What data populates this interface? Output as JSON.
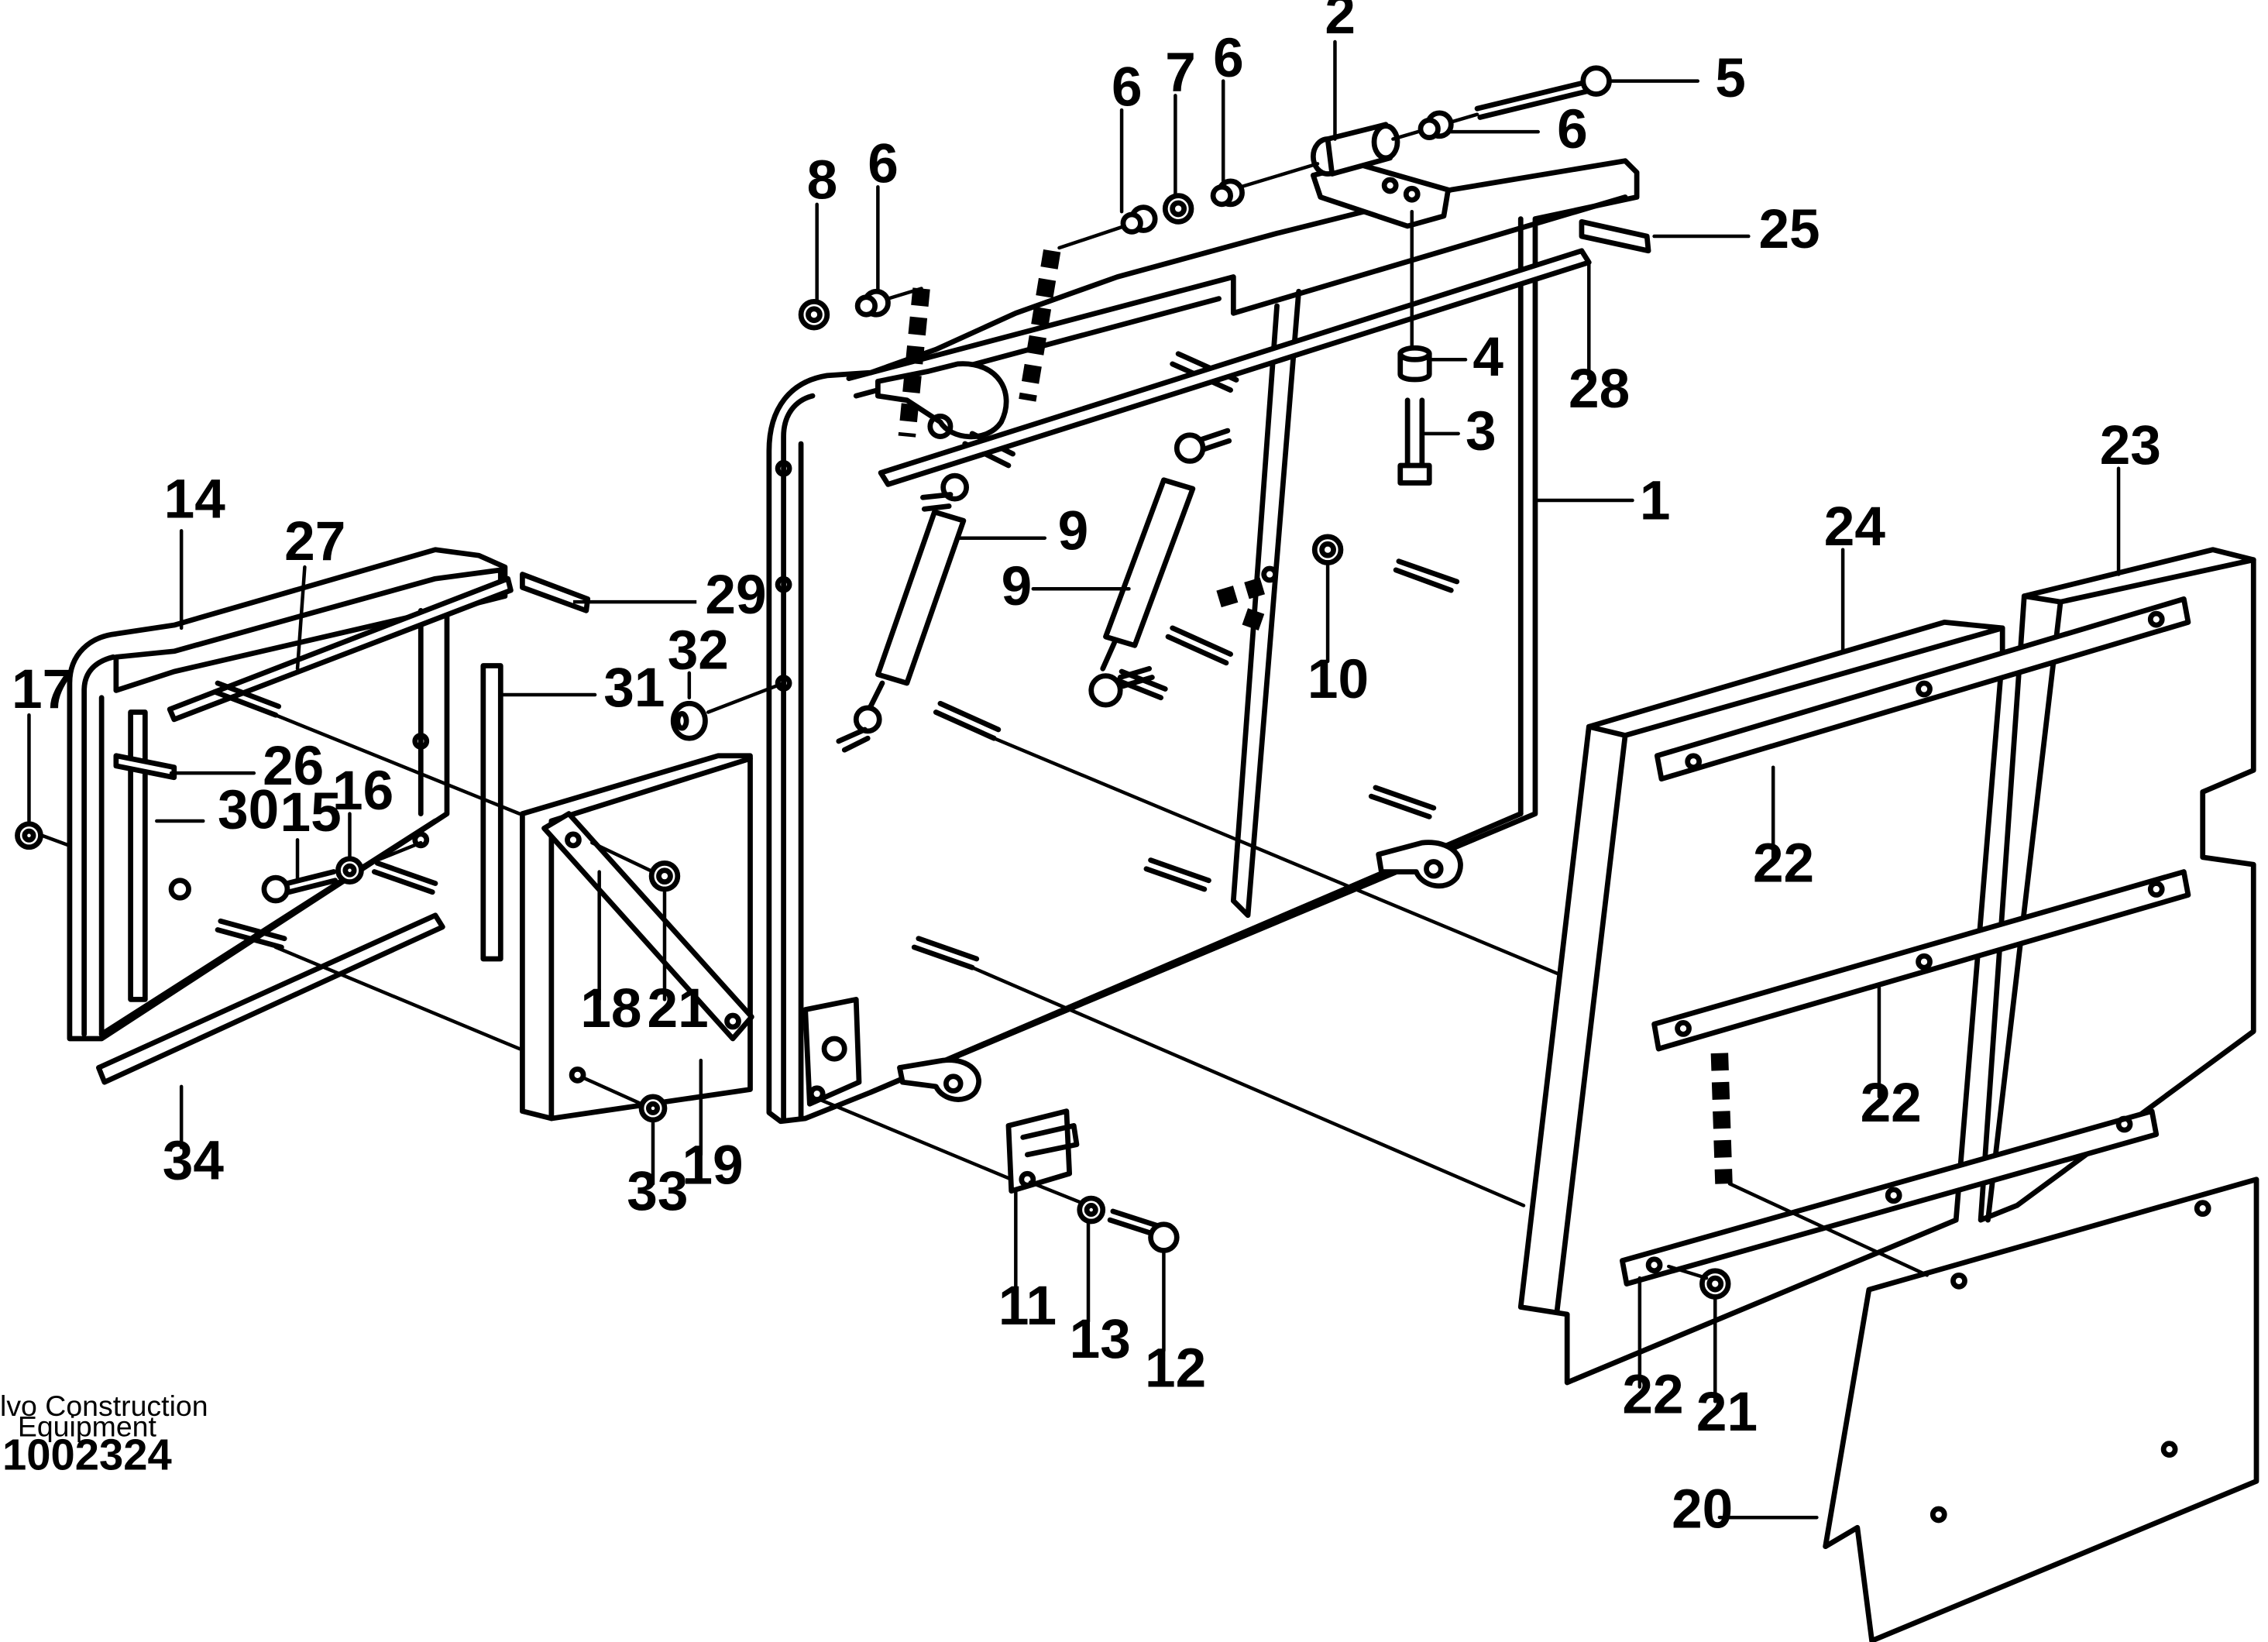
{
  "diagram": {
    "labels": {
      "l1": "1",
      "l2": "2",
      "l3": "3",
      "l4": "4",
      "l5": "5",
      "l6a": "6",
      "l6b": "6",
      "l6c": "6",
      "l6d": "6",
      "l7": "7",
      "l8": "8",
      "l9a": "9",
      "l9b": "9",
      "l10": "10",
      "l11": "11",
      "l12": "12",
      "l13": "13",
      "l14": "14",
      "l15": "15",
      "l16": "16",
      "l17": "17",
      "l18": "18",
      "l19": "19",
      "l20": "20",
      "l21a": "21",
      "l21b": "21",
      "l22a": "22",
      "l22b": "22",
      "l22c": "22",
      "l23": "23",
      "l24": "24",
      "l25": "25",
      "l26": "26",
      "l27": "27",
      "l28": "28",
      "l29": "29",
      "l30": "30",
      "l31": "31",
      "l32": "32",
      "l33": "33",
      "l34": "34"
    }
  },
  "footer": {
    "company_line1": "Volvo Construction",
    "company_line2": "Equipment",
    "drawing_number": "1002324"
  }
}
